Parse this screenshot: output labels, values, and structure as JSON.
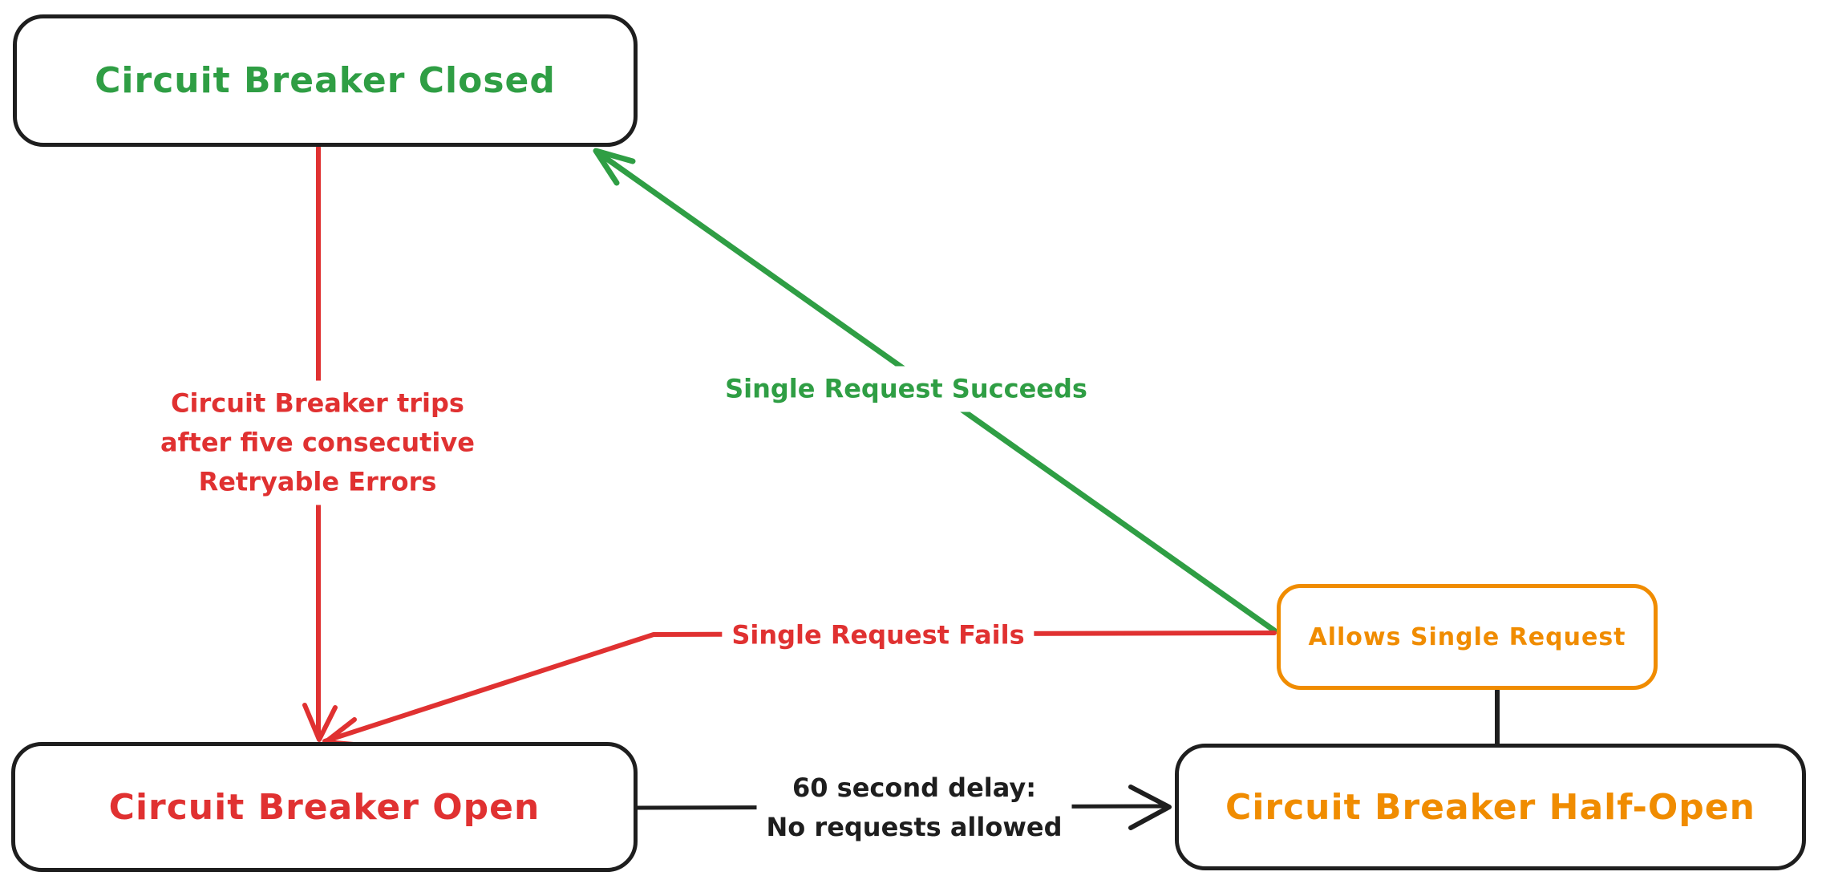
{
  "colors": {
    "black": "#1e1e1e",
    "red": "#e03131",
    "green": "#2f9e44",
    "orange": "#f08c00",
    "background": "#ffffff"
  },
  "diagram": {
    "nodes": [
      {
        "id": "closed",
        "label": "Circuit Breaker Closed",
        "text_color": "#2f9e44",
        "border_color": "#1e1e1e"
      },
      {
        "id": "open",
        "label": "Circuit Breaker Open",
        "text_color": "#e03131",
        "border_color": "#1e1e1e"
      },
      {
        "id": "half_open",
        "label": "Circuit Breaker Half-Open",
        "text_color": "#f08c00",
        "border_color": "#1e1e1e"
      },
      {
        "id": "allows_single_request",
        "label": "Allows Single Request",
        "text_color": "#f08c00",
        "border_color": "#f08c00"
      }
    ],
    "edges": [
      {
        "id": "trips",
        "from": "closed",
        "to": "open",
        "color": "#e03131",
        "arrow": true,
        "label_lines": [
          "Circuit Breaker trips",
          "after five consecutive",
          "Retryable Errors"
        ]
      },
      {
        "id": "single_request_succeeds",
        "from": "allows_single_request",
        "to": "closed",
        "color": "#2f9e44",
        "arrow": true,
        "label": "Single Request Succeeds"
      },
      {
        "id": "single_request_fails",
        "from": "allows_single_request",
        "to": "open",
        "color": "#e03131",
        "arrow": true,
        "label": "Single Request Fails"
      },
      {
        "id": "delay",
        "from": "open",
        "to": "half_open",
        "color": "#1e1e1e",
        "arrow": true,
        "label_lines": [
          "60 second delay:",
          "No requests allowed"
        ]
      },
      {
        "id": "allows_to_half_open",
        "from": "allows_single_request",
        "to": "half_open",
        "color": "#1e1e1e",
        "arrow": false,
        "label": ""
      }
    ]
  }
}
